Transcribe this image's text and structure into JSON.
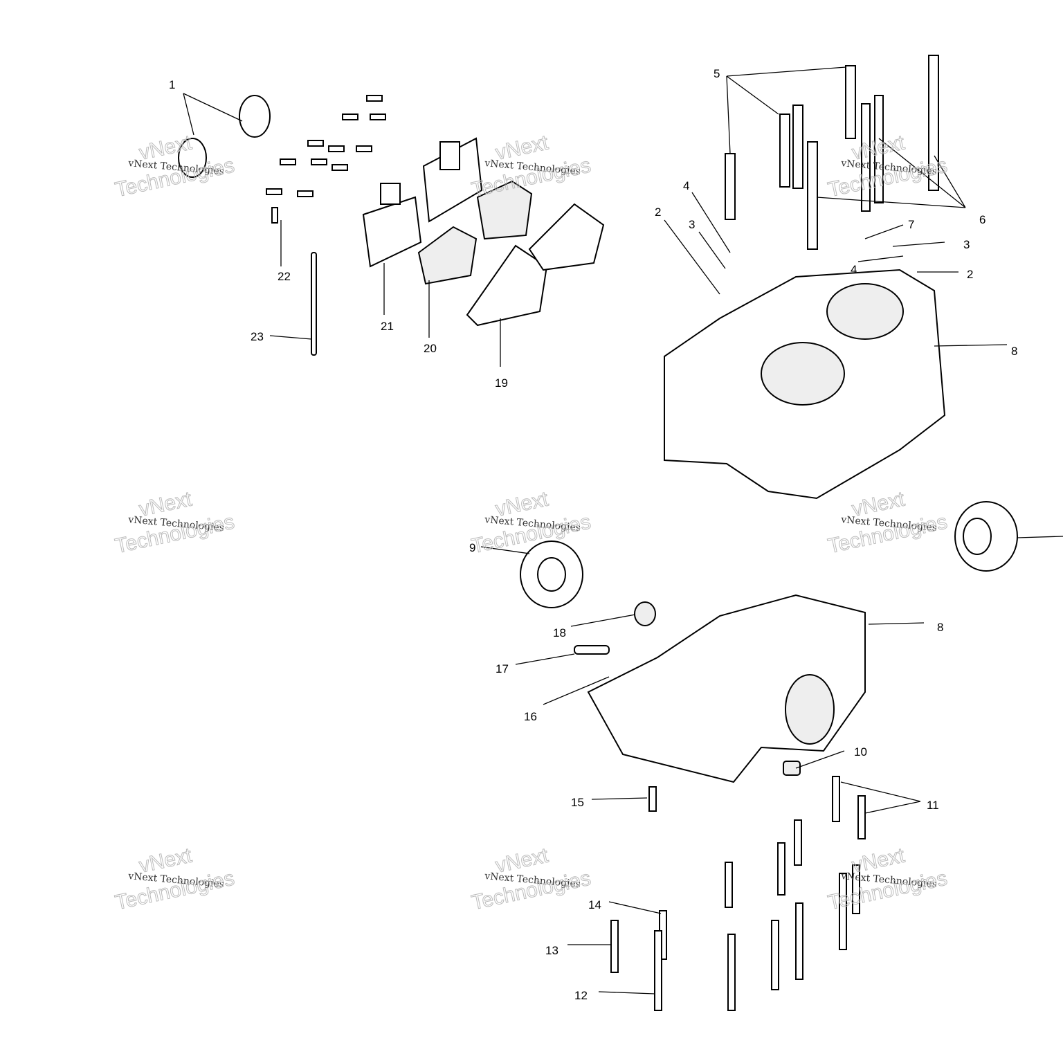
{
  "diagram": {
    "type": "exploded parts diagram",
    "callouts": [
      "1",
      "22",
      "23",
      "21",
      "20",
      "19",
      "5",
      "4",
      "3",
      "2",
      "7",
      "3",
      "4",
      "2",
      "6",
      "8",
      "9",
      "18",
      "17",
      "16",
      "8",
      "10",
      "11",
      "15",
      "14",
      "13",
      "12"
    ],
    "watermark": {
      "line1": "vNext Technologies",
      "line2": "vNext",
      "line3": "Technologies"
    }
  }
}
